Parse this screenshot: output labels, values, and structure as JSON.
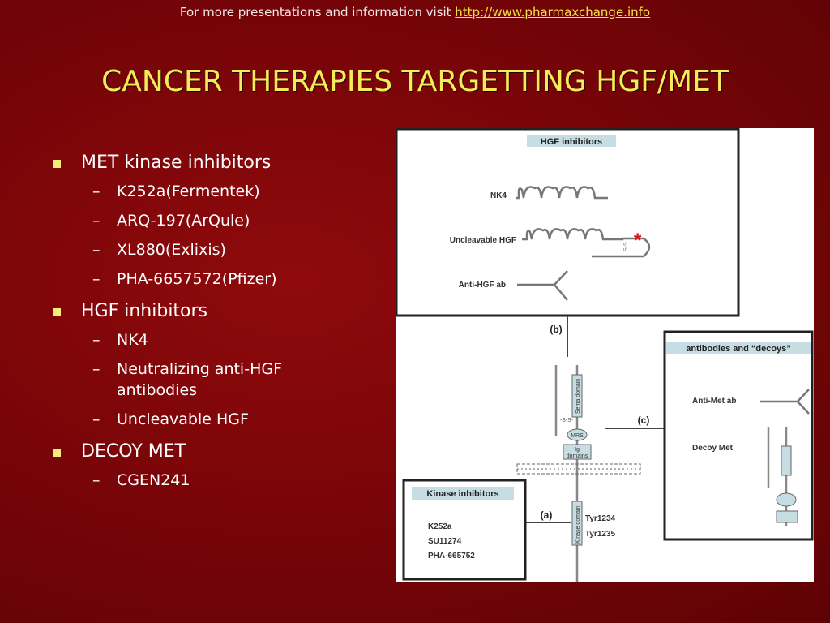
{
  "banner": {
    "text": "For more presentations and information visit ",
    "link": "http://www.pharmaxchange.info"
  },
  "title": "CANCER THERAPIES TARGETTING HGF/MET",
  "bullets": [
    {
      "label": "MET kinase inhibitors",
      "items": [
        "K252a(Fermentek)",
        "ARQ-197(ArQule)",
        "XL880(Exlixis)",
        "PHA-6657572(Pfizer)"
      ]
    },
    {
      "label": "HGF inhibitors",
      "items": [
        "NK4",
        "Neutralizing anti-HGF antibodies",
        "Uncleavable HGF"
      ]
    },
    {
      "label": "DECOY MET",
      "items": [
        "CGEN241"
      ]
    }
  ],
  "figure": {
    "hgf_box": {
      "title": "HGF inhibitors",
      "nk4": "NK4",
      "uncleavable": "Uncleavable HGF",
      "anti_hgf": "Anti-HGF ab",
      "ss": "S-S",
      "star": "*"
    },
    "labels": {
      "b": "(b)",
      "c": "(c)",
      "a": "(a)"
    },
    "receptor": {
      "sema": "Sema domain",
      "ss": "-S-S-",
      "mrs": "MRS",
      "ig_1": "Ig",
      "ig_2": "domains",
      "kinase": "Kinase domain",
      "tyr1": "Tyr1234",
      "tyr2": "Tyr1235"
    },
    "decoy_box": {
      "title": "antibodies and “decoys”",
      "anti_met": "Anti-Met ab",
      "decoy_met": "Decoy Met"
    },
    "kinase_box": {
      "title": "Kinase inhibitors",
      "items": [
        "K252a",
        "SU11274",
        "PHA-665752"
      ]
    }
  }
}
